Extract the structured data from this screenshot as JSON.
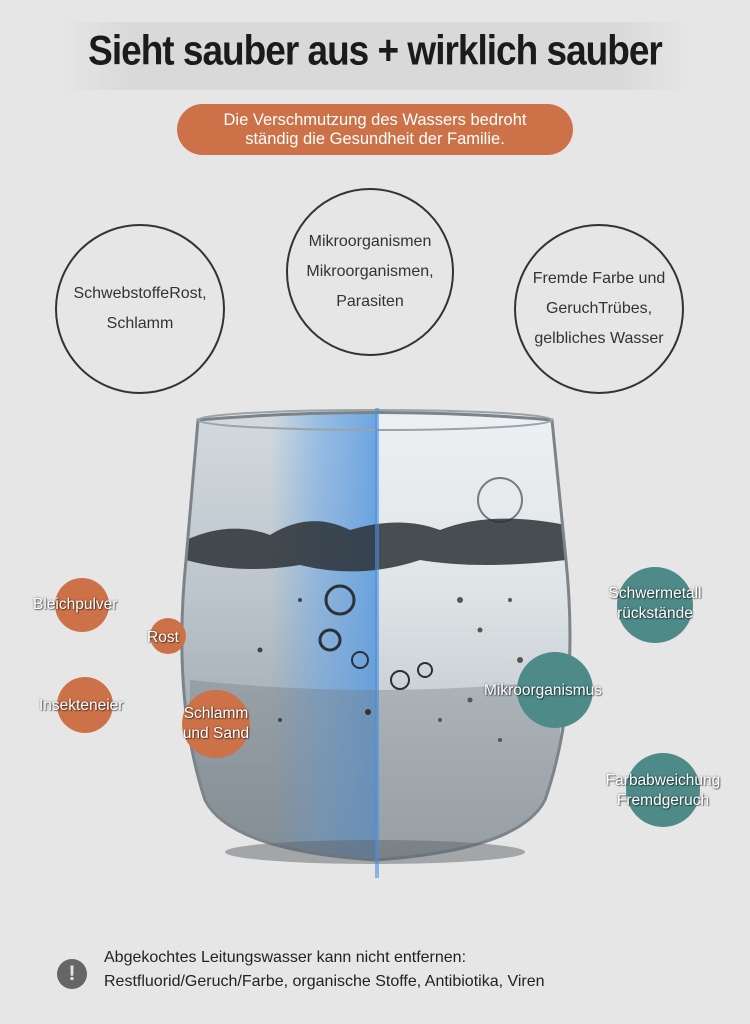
{
  "title": "Sieht sauber aus + wirklich sauber",
  "subtitle_lines": [
    "Die Verschmutzung des Wassers bedroht",
    "ständig die Gesundheit der Familie."
  ],
  "top_circles": [
    {
      "lines": [
        "SchwebstoffeRost,",
        "Schlamm"
      ]
    },
    {
      "lines": [
        "Mikroorganismen",
        "Mikroorganismen,",
        "Parasiten"
      ]
    },
    {
      "lines": [
        "Fremde Farbe und",
        "GeruchTrübes,",
        "gelbliches Wasser"
      ]
    }
  ],
  "left_contaminants": [
    {
      "lines": [
        "Bleichpulver"
      ]
    },
    {
      "lines": [
        "Rost"
      ]
    },
    {
      "lines": [
        "Insekteneier"
      ]
    },
    {
      "lines": [
        "Schlamm",
        "und Sand"
      ]
    }
  ],
  "right_contaminants": [
    {
      "lines": [
        "Schwermetall",
        "rückstände"
      ]
    },
    {
      "lines": [
        "Mikroorganismus"
      ]
    },
    {
      "lines": [
        "Farbabweichung",
        "Fremdgeruch"
      ]
    }
  ],
  "warning": {
    "icon": "exclamation-icon",
    "icon_glyph": "!",
    "lines": [
      "Abgekochtes Leitungswasser kann nicht entfernen:",
      "Restfluorid/Geruch/Farbe, organische Stoffe, Antibiotika, Viren"
    ]
  },
  "colors": {
    "accent_orange": "#cd7248",
    "accent_teal": "#4d8a88",
    "blue_side": "#6aa6e6"
  }
}
